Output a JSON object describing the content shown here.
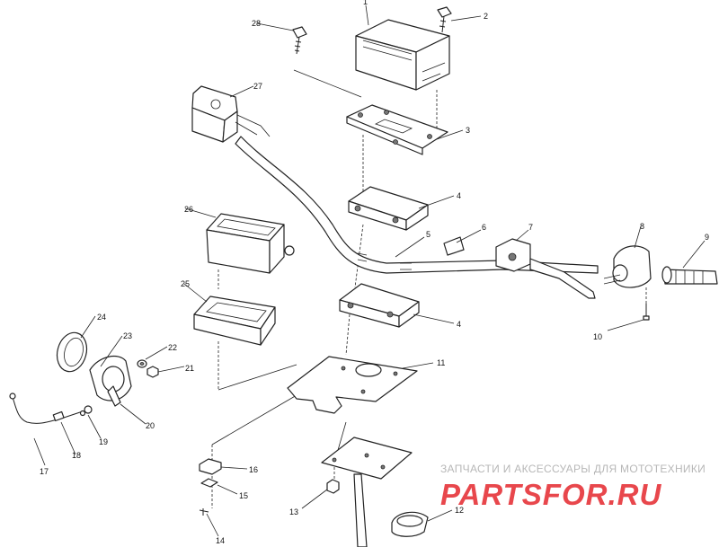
{
  "callouts": {
    "c1": "1",
    "c2": "2",
    "c3": "3",
    "c4a": "4",
    "c4b": "4",
    "c5": "5",
    "c6": "6",
    "c7": "7",
    "c8": "8",
    "c9": "9",
    "c10": "10",
    "c11": "11",
    "c12": "12",
    "c13": "13",
    "c14": "14",
    "c15": "15",
    "c16": "16",
    "c17": "17",
    "c18": "18",
    "c19": "19",
    "c20": "20",
    "c21": "21",
    "c22": "22",
    "c23": "23",
    "c24": "24",
    "c25": "25",
    "c26": "26",
    "c27": "27",
    "c28": "28"
  },
  "watermark": {
    "top_text": "ЗАПЧАСТИ И АКСЕССУАРЫ ДЛЯ МОТОТЕХНИКИ",
    "logo_text": "PARTSFOR.RU",
    "logo_color": "#e8474c"
  }
}
